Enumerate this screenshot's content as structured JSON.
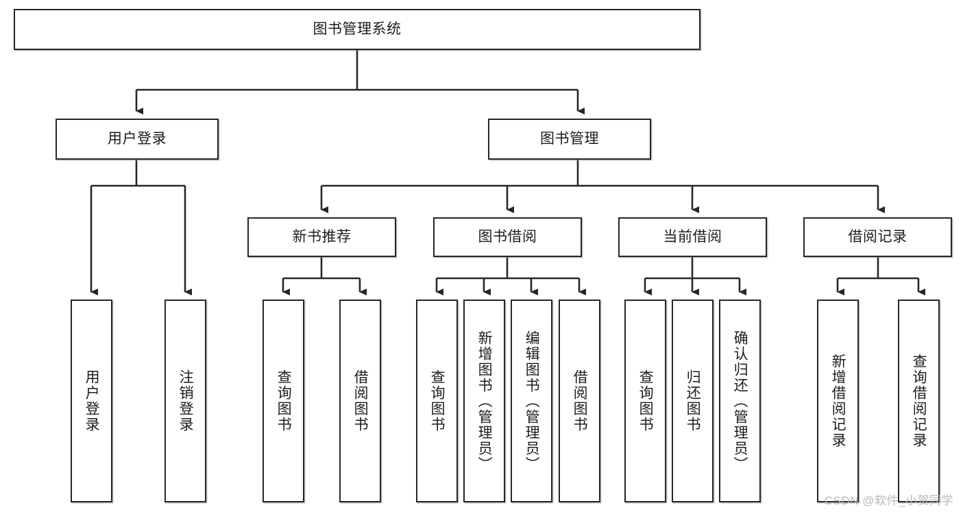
{
  "diagram": {
    "title": "图书管理系统",
    "type": "tree-hierarchy-chart",
    "watermark": "CSDN @软件_小贺同学",
    "accent_color": "#262626",
    "background_color": "#ffffff",
    "watermark_color": "#b9b9b9"
  },
  "nodes": {
    "root": {
      "label": "图书管理系统"
    },
    "level1": [
      {
        "label": "用户登录"
      },
      {
        "label": "图书管理"
      }
    ],
    "level2": [
      {
        "label": "新书推荐"
      },
      {
        "label": "图书借阅"
      },
      {
        "label": "当前借阅"
      },
      {
        "label": "借阅记录"
      }
    ],
    "leaves": {
      "user_login": [
        {
          "label": "用户登录"
        },
        {
          "label": "注销登录"
        }
      ],
      "new_book_recommend": [
        {
          "label": "查询图书"
        },
        {
          "label": "借阅图书"
        }
      ],
      "book_borrow": [
        {
          "label": "查询图书"
        },
        {
          "label": "新增图书（管理员）"
        },
        {
          "label": "编辑图书（管理员）"
        },
        {
          "label": "借阅图书"
        }
      ],
      "current_borrow": [
        {
          "label": "查询图书"
        },
        {
          "label": "归还图书"
        },
        {
          "label": "确认归还（管理员）"
        }
      ],
      "borrow_record": [
        {
          "label": "新增借阅记录"
        },
        {
          "label": "查询借阅记录"
        }
      ]
    }
  },
  "chart_data": {
    "type": "tree",
    "title": "图书管理系统",
    "root": "图书管理系统",
    "edges": [
      {
        "from": "图书管理系统",
        "to": "用户登录"
      },
      {
        "from": "图书管理系统",
        "to": "图书管理"
      },
      {
        "from": "用户登录",
        "to": "用户登录"
      },
      {
        "from": "用户登录",
        "to": "注销登录"
      },
      {
        "from": "图书管理",
        "to": "新书推荐"
      },
      {
        "from": "图书管理",
        "to": "图书借阅"
      },
      {
        "from": "图书管理",
        "to": "当前借阅"
      },
      {
        "from": "图书管理",
        "to": "借阅记录"
      },
      {
        "from": "新书推荐",
        "to": "查询图书"
      },
      {
        "from": "新书推荐",
        "to": "借阅图书"
      },
      {
        "from": "图书借阅",
        "to": "查询图书"
      },
      {
        "from": "图书借阅",
        "to": "新增图书（管理员）"
      },
      {
        "from": "图书借阅",
        "to": "编辑图书（管理员）"
      },
      {
        "from": "图书借阅",
        "to": "借阅图书"
      },
      {
        "from": "当前借阅",
        "to": "查询图书"
      },
      {
        "from": "当前借阅",
        "to": "归还图书"
      },
      {
        "from": "当前借阅",
        "to": "确认归还（管理员）"
      },
      {
        "from": "借阅记录",
        "to": "新增借阅记录"
      },
      {
        "from": "借阅记录",
        "to": "查询借阅记录"
      }
    ],
    "depth": 4,
    "leaf_count": 13,
    "orientation": "top-down",
    "leaf_text_direction": "vertical"
  }
}
